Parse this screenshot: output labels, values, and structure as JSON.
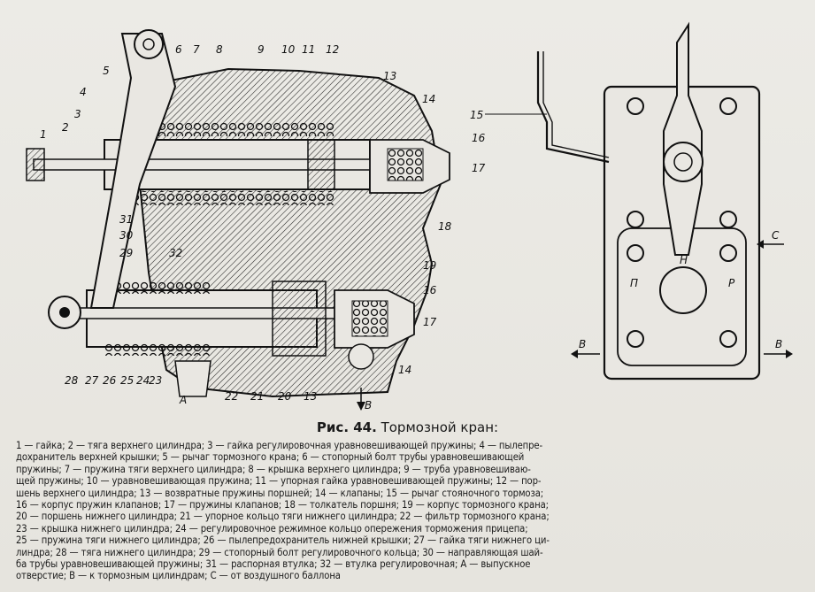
{
  "figure": {
    "caption_prefix": "Рис. 44.",
    "caption_title": "Тормозной кран:",
    "legend_lines": [
      "1 — гайка; 2 — тяга верхнего цилиндра; 3 — гайка регулировочная уравновешивающей пружины; 4 — пылепре-",
      "дохранитель верхней крышки; 5 — рычаг тормозного крана; 6 — стопорный болт трубы уравновешивающей",
      "пружины; 7 — пружина тяги верхнего цилиндра; 8 — крышка верхнего цилиндра; 9 — труба уравновешиваю-",
      "щей пружины; 10 — уравновешивающая пружина; 11 — упорная гайка уравновешивающей пружины; 12 — пор-",
      "шень верхнего цилиндра; 13 — возвратные пружины поршней; 14 — клапаны; 15 — рычаг стояночного тормоза;",
      "16 — корпус пружин клапанов; 17 — пружины клапанов; 18 — толкатель поршня; 19 — корпус тормозного крана;",
      "20 — поршень нижнего цилиндра; 21 — упорное кольцо тяги нижнего цилиндра; 22 — фильтр тормозного крана;",
      "23 — крышка нижнего цилиндра; 24 — регулировочное режимное кольцо опережения торможения прицепа;",
      "25 — пружина тяги нижнего цилиндра; 26 — пылепредохранитель нижней крышки; 27 — гайка тяги нижнего ци-",
      "линдра; 28 — тяга нижнего цилиндра; 29 — стопорный болт регулировочного кольца; 30 — направляющая шай-",
      "ба трубы уравновешивающей пружины; 31 — распорная втулка; 32 — втулка регулировочная; А — выпускное",
      "отверстие; В — к тормозным цилиндрам; С — от воздушного баллона"
    ],
    "callouts_left": [
      "1",
      "2",
      "3",
      "4",
      "5",
      "6",
      "7",
      "8",
      "9",
      "10",
      "11",
      "12",
      "13",
      "14",
      "16",
      "17",
      "18",
      "19",
      "16",
      "17",
      "14",
      "13",
      "20",
      "21",
      "22",
      "23",
      "24",
      "25",
      "26",
      "27",
      "28",
      "29",
      "30",
      "31",
      "32",
      "А",
      "В"
    ],
    "callouts_right": [
      "15",
      "С",
      "П",
      "Р",
      "Н",
      "В",
      "В"
    ]
  }
}
